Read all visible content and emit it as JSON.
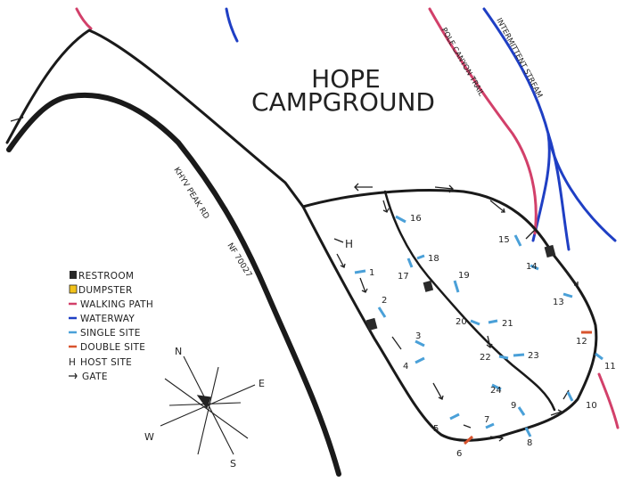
{
  "title": {
    "line1": "HOPE",
    "line2": "CAMPGROUND"
  },
  "road_label": {
    "name": "KHYV PEAK RD",
    "number": "NF 70027"
  },
  "trail_label": "POLE CANYON TRAIL",
  "stream_label": "INTERMITTENT STREAM",
  "host_label": "H",
  "legend": {
    "restroom": "RESTROOM",
    "dumpster": "DUMPSTER",
    "walking_path": "WALKING PATH",
    "waterway": "WATERWAY",
    "single_site": "SINGLE SITE",
    "double_site": "DOUBLE SITE",
    "host_site_symbol": "H",
    "host_site": "HOST SITE",
    "gate": "GATE"
  },
  "compass": {
    "n": "N",
    "e": "E",
    "s": "S",
    "w": "W"
  },
  "sites": [
    "1",
    "2",
    "3",
    "4",
    "5",
    "6",
    "7",
    "8",
    "9",
    "10",
    "11",
    "12",
    "13",
    "14",
    "15",
    "16",
    "17",
    "18",
    "19",
    "20",
    "21",
    "22",
    "23",
    "24"
  ],
  "colors": {
    "road": "#1a1a1a",
    "walking_path": "#d2406a",
    "waterway": "#1f3fc4",
    "single_site": "#4aa0d8",
    "double_site": "#d8542e",
    "restroom": "#2a2a2a",
    "dumpster": "#f2c21a"
  }
}
